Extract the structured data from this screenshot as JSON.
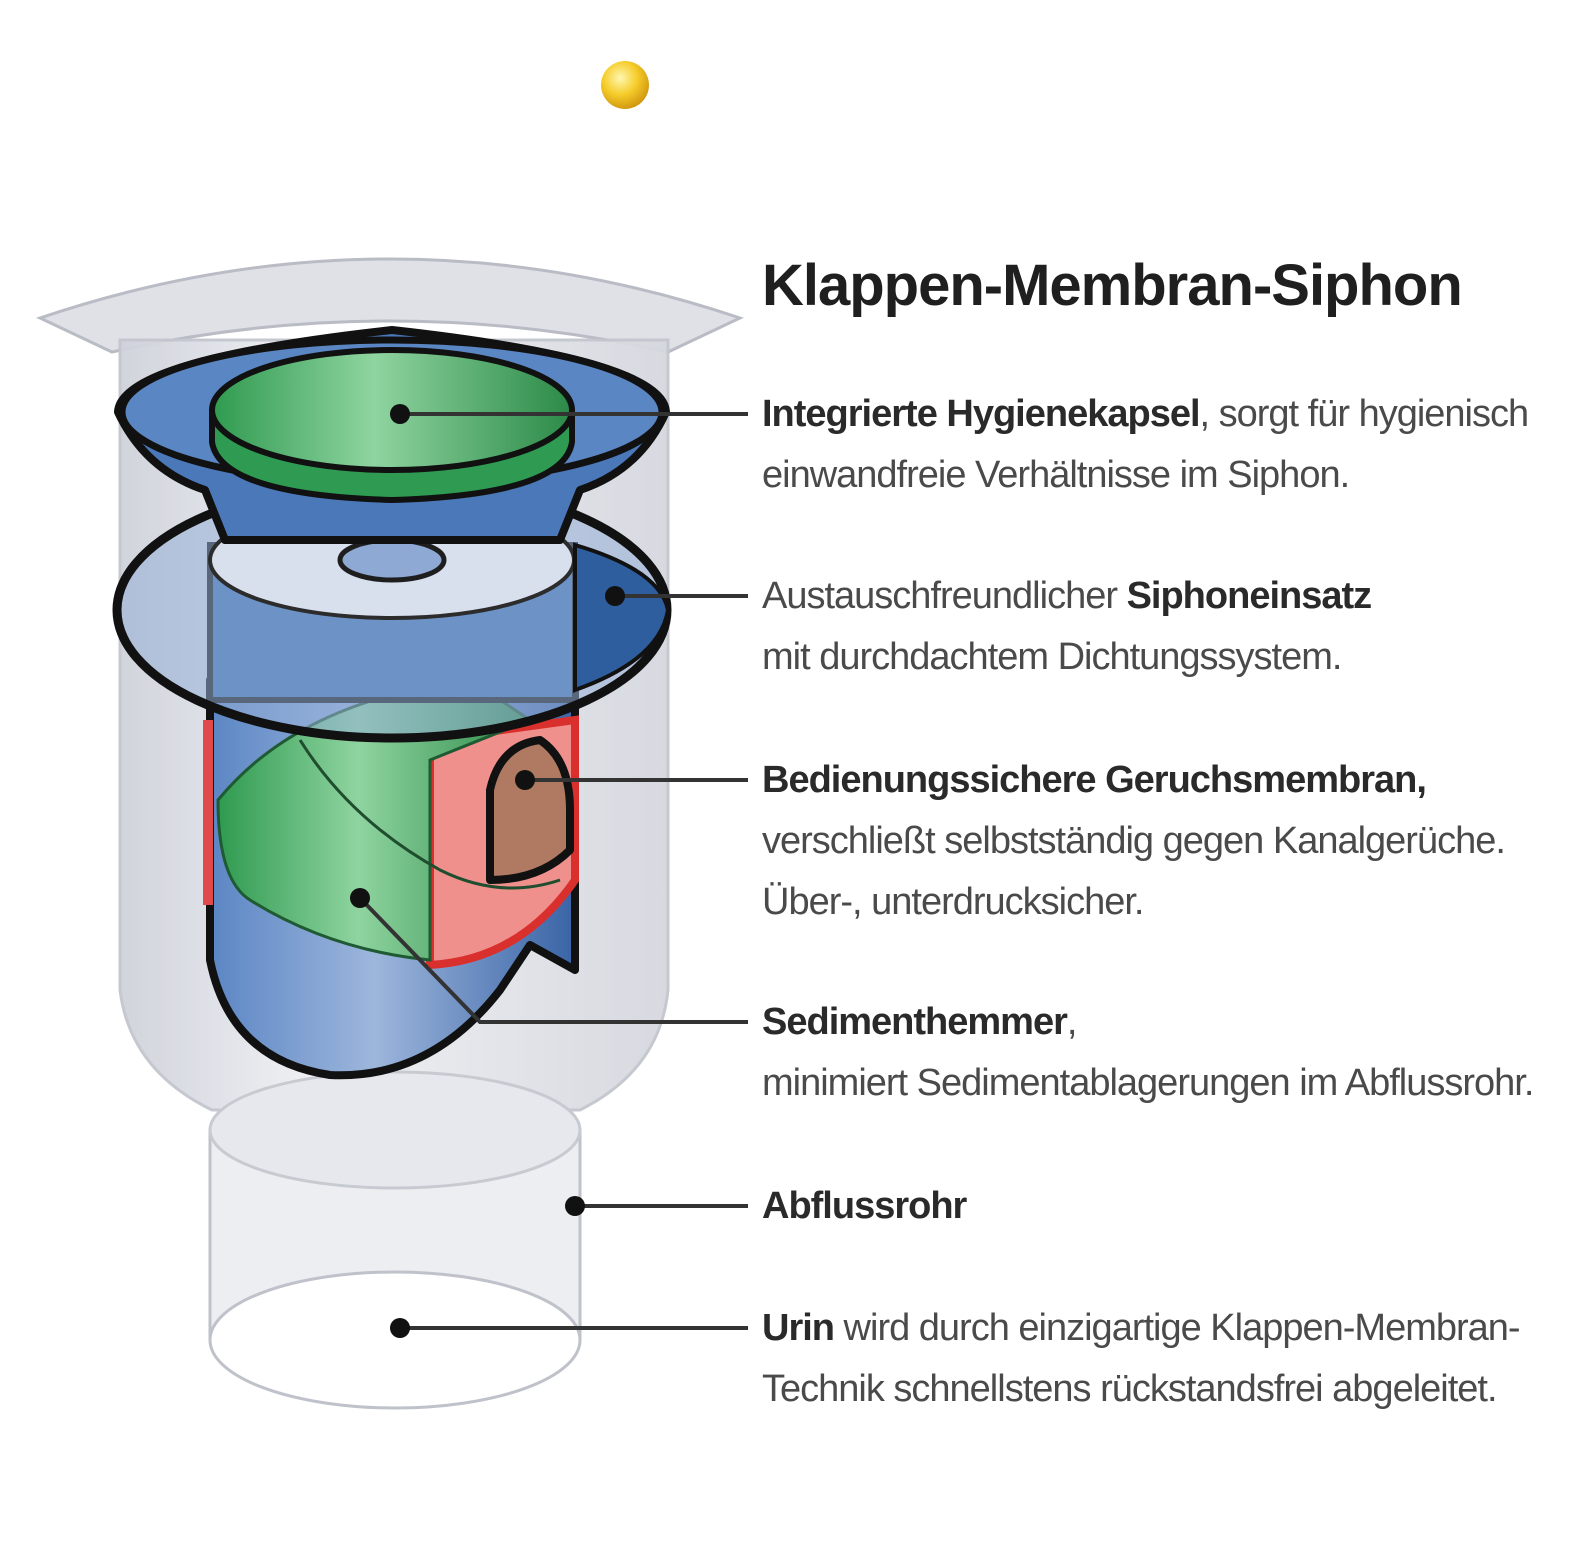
{
  "title": "Klappen-Membran-Siphon",
  "labels": [
    {
      "bold": "Integrierte Hygienekapsel",
      "rest": ", sorgt für hygienisch",
      "line2": "einwandfreie Verhältnisse im Siphon."
    },
    {
      "pre": "Austauschfreundlicher ",
      "bold": "Siphoneinsatz",
      "line2": "mit durchdachtem Dichtungssystem."
    },
    {
      "bold": "Bedienungssichere Geruchsmembran,",
      "line2": "verschließt selbstständig gegen Kanalgerüche.",
      "line3": "Über-, unterdrucksicher."
    },
    {
      "bold": "Sedimenthemmer",
      "rest": ",",
      "line2": "minimiert Sedimentablagerungen im Abflussrohr."
    },
    {
      "bold": "Abflussrohr"
    },
    {
      "bold": "Urin",
      "rest": " wird durch einzigartige Klappen-Membran-",
      "line2": "Technik schnellstens rückstandsfrei abgeleitet."
    }
  ],
  "colors": {
    "capsule_green": "#3aa55a",
    "insert_blue": "#3d6fb0",
    "membrane_red": "#e04a4a",
    "membrane_brown": "#b07a62",
    "housing_gray": "#e2e4ea",
    "indicator_yellow": "#f3c520"
  }
}
